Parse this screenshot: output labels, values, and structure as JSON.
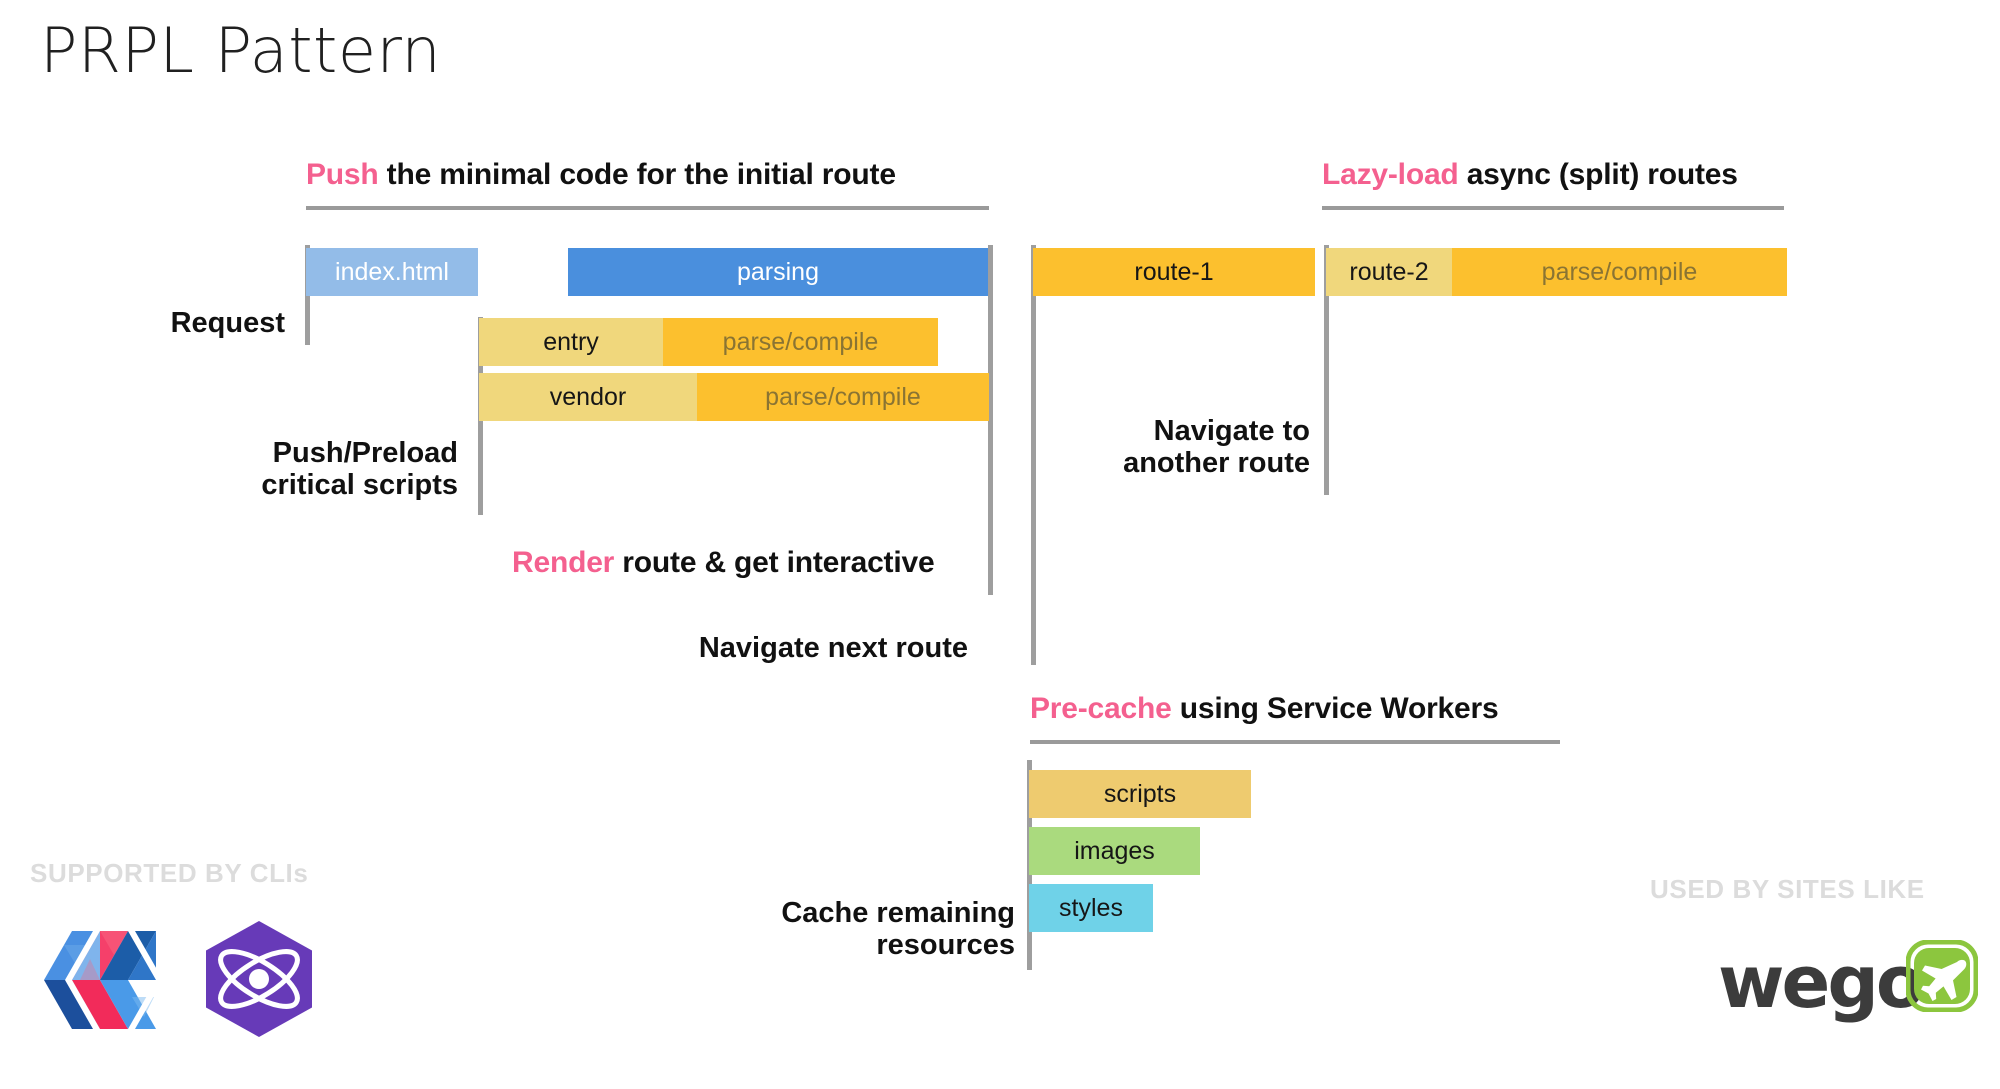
{
  "slide": {
    "title": "PRPL Pattern",
    "accent_color": "#f4608f",
    "rule_color": "#9a9a9a"
  },
  "sections": {
    "push": {
      "accent": "Push",
      "rest": " the minimal code for the initial route"
    },
    "lazy": {
      "accent": "Lazy-load",
      "rest": " async (split) routes"
    },
    "render": {
      "accent": "Render",
      "rest": " route & get interactive"
    },
    "precache": {
      "accent": "Pre-cache",
      "rest": " using Service Workers"
    }
  },
  "labels": {
    "request": "Request",
    "push_preload": "Push/Preload\ncritical scripts",
    "navigate_next": "Navigate next route",
    "navigate_another": "Navigate to\nanother route",
    "cache_remaining": "Cache remaining\nresources"
  },
  "chart_data": {
    "type": "bar",
    "title": "PRPL Pattern",
    "orientation": "horizontal-timeline",
    "tracks": [
      {
        "name": "initial-route",
        "group": "Push the minimal code for the initial route",
        "rows": [
          {
            "row": "index-html",
            "segments": [
              {
                "label": "index.html",
                "color": "#93bce8",
                "text_color": "#ffffff"
              }
            ]
          },
          {
            "row": "parsing",
            "segments": [
              {
                "label": "parsing",
                "color": "#4a8fdd",
                "text_color": "#ffffff"
              }
            ]
          },
          {
            "row": "entry",
            "segments": [
              {
                "label": "entry",
                "color": "#f0d77c",
                "text_color": "#161616"
              },
              {
                "label": "parse/compile",
                "color": "#fcc02e",
                "text_color": "#8a7433"
              }
            ]
          },
          {
            "row": "vendor",
            "segments": [
              {
                "label": "vendor",
                "color": "#f0d77c",
                "text_color": "#161616"
              },
              {
                "label": "parse/compile",
                "color": "#fcc02e",
                "text_color": "#8a7433"
              }
            ]
          }
        ]
      },
      {
        "name": "lazy-routes",
        "group": "Lazy-load async (split) routes",
        "rows": [
          {
            "row": "route-1",
            "segments": [
              {
                "label": "route-1",
                "color": "#fcc02e",
                "text_color": "#161616"
              }
            ]
          },
          {
            "row": "route-2",
            "segments": [
              {
                "label": "route-2",
                "color": "#f0d77c",
                "text_color": "#161616"
              },
              {
                "label": "parse/compile",
                "color": "#fcc02e",
                "text_color": "#8a7433"
              }
            ]
          }
        ]
      },
      {
        "name": "pre-cache",
        "group": "Pre-cache using Service Workers",
        "rows": [
          {
            "row": "scripts",
            "segments": [
              {
                "label": "scripts",
                "color": "#eecb6f",
                "text_color": "#161616"
              }
            ]
          },
          {
            "row": "images",
            "segments": [
              {
                "label": "images",
                "color": "#aada7e",
                "text_color": "#161616"
              }
            ]
          },
          {
            "row": "styles",
            "segments": [
              {
                "label": "styles",
                "color": "#6fd2e8",
                "text_color": "#161616"
              }
            ]
          }
        ]
      }
    ]
  },
  "footer": {
    "left_caption": "SUPPORTED BY CLIs",
    "right_caption": "USED BY SITES LIKE",
    "caption_color": "#dcdcdc",
    "logos": {
      "polymer": "polymer-logo",
      "preact": "preact-logo",
      "wego": "wego",
      "wego_mark_color": "#8cc63e"
    }
  }
}
